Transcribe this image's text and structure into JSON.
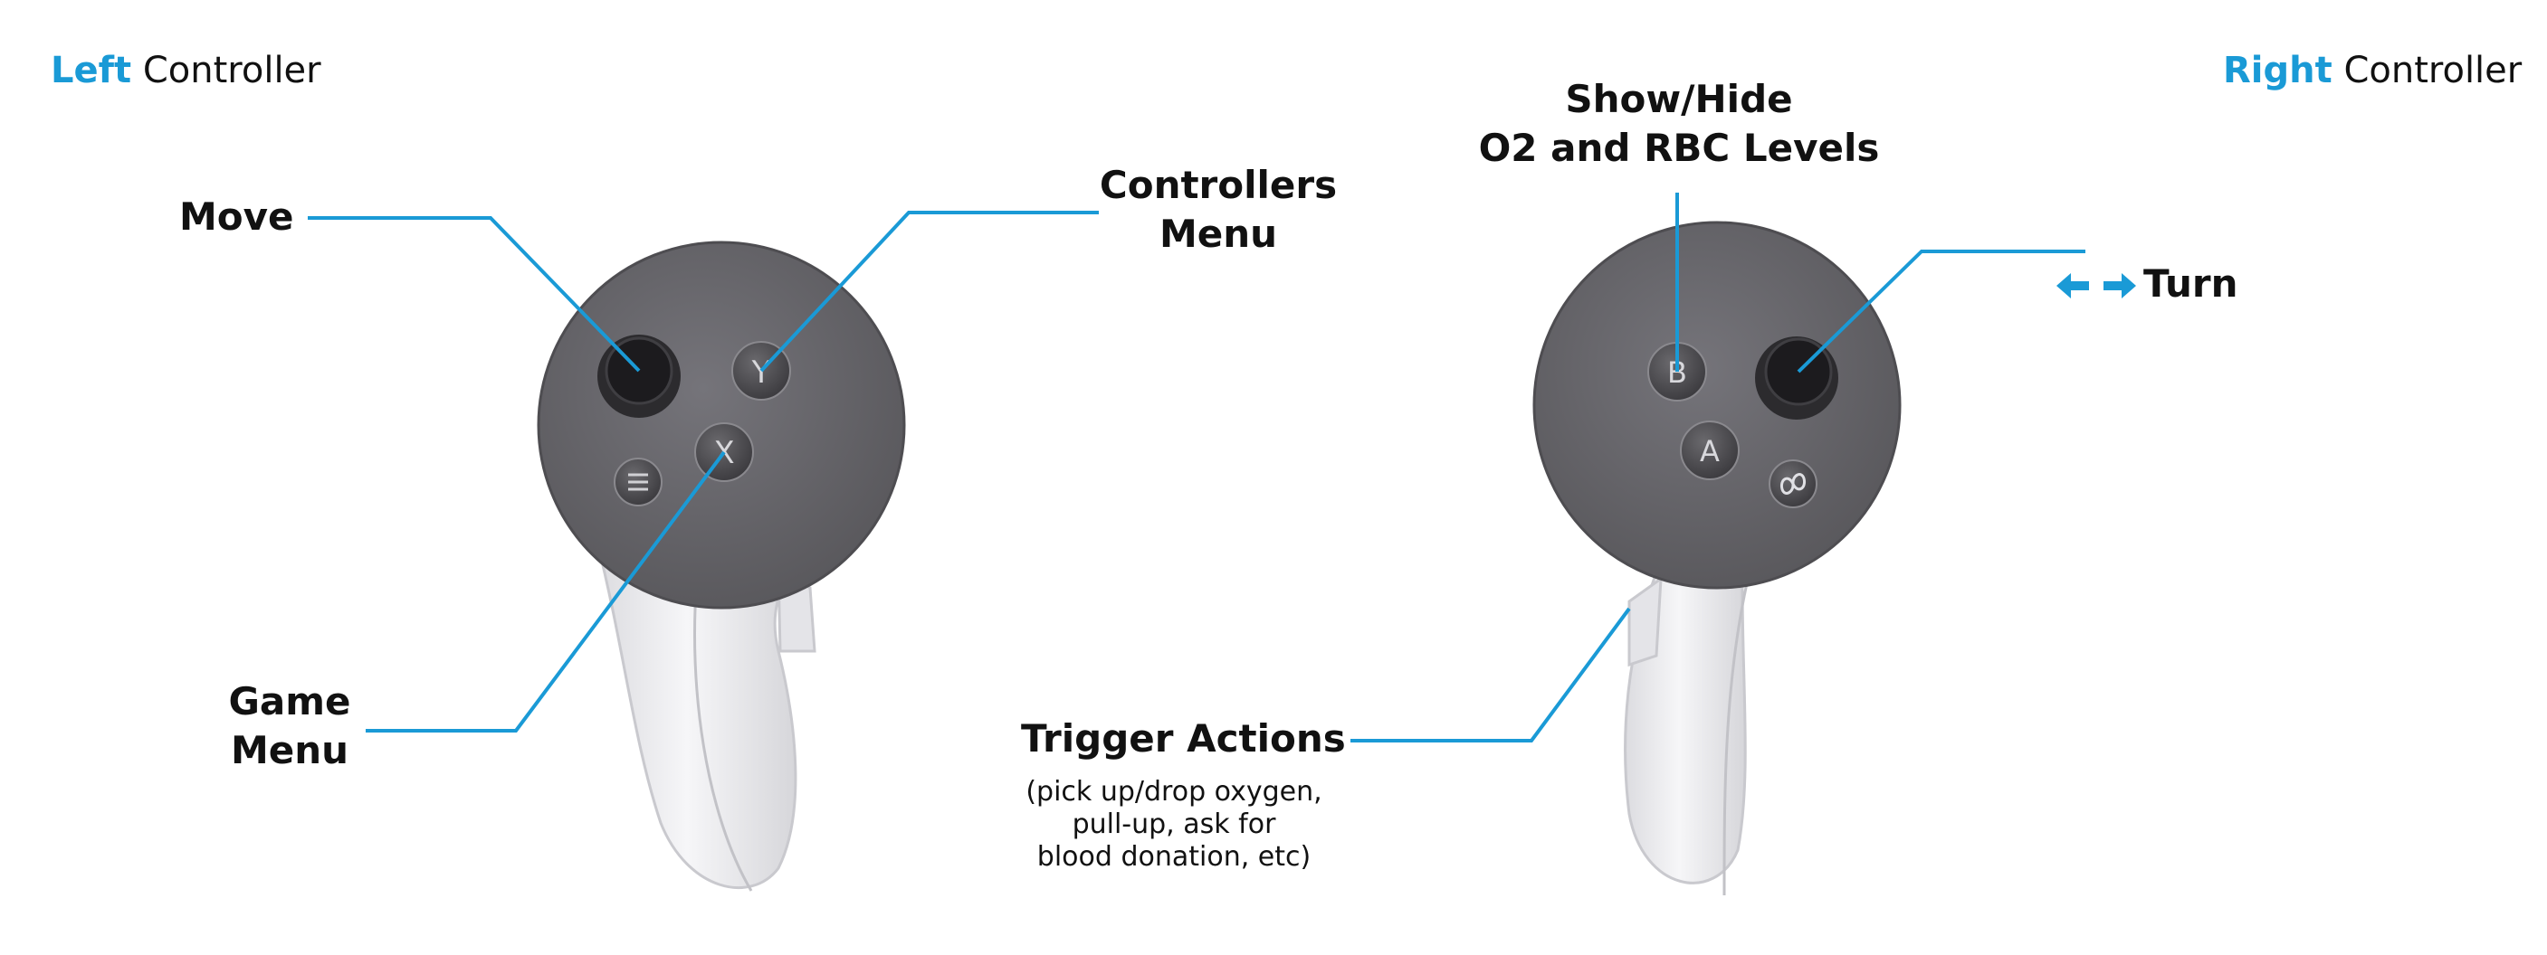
{
  "header": {
    "left_accent": "Left",
    "left_rest": " Controller",
    "right_accent": "Right",
    "right_rest": " Controller"
  },
  "left_controller": {
    "labels": {
      "move": "Move",
      "controllers_menu": [
        "Controllers",
        "Menu"
      ],
      "game_menu": [
        "Game",
        "Menu"
      ]
    },
    "buttons": {
      "y": "Y",
      "x": "X"
    }
  },
  "right_controller": {
    "labels": {
      "show_hide": [
        "Show/Hide",
        "O2 and RBC Levels"
      ],
      "turn": "Turn",
      "trigger_actions": "Trigger Actions",
      "trigger_note": [
        "(pick up/drop oxygen,",
        "pull-up, ask for",
        "blood donation, etc)"
      ]
    },
    "buttons": {
      "b": "B",
      "a": "A"
    }
  },
  "colors": {
    "accent": "#1a9ad6",
    "controller_face": "#686769",
    "handle": "#eeeef0",
    "text": "#111111"
  },
  "icons": [
    "menu-icon",
    "meta-icon",
    "left-right-arrows-icon"
  ]
}
